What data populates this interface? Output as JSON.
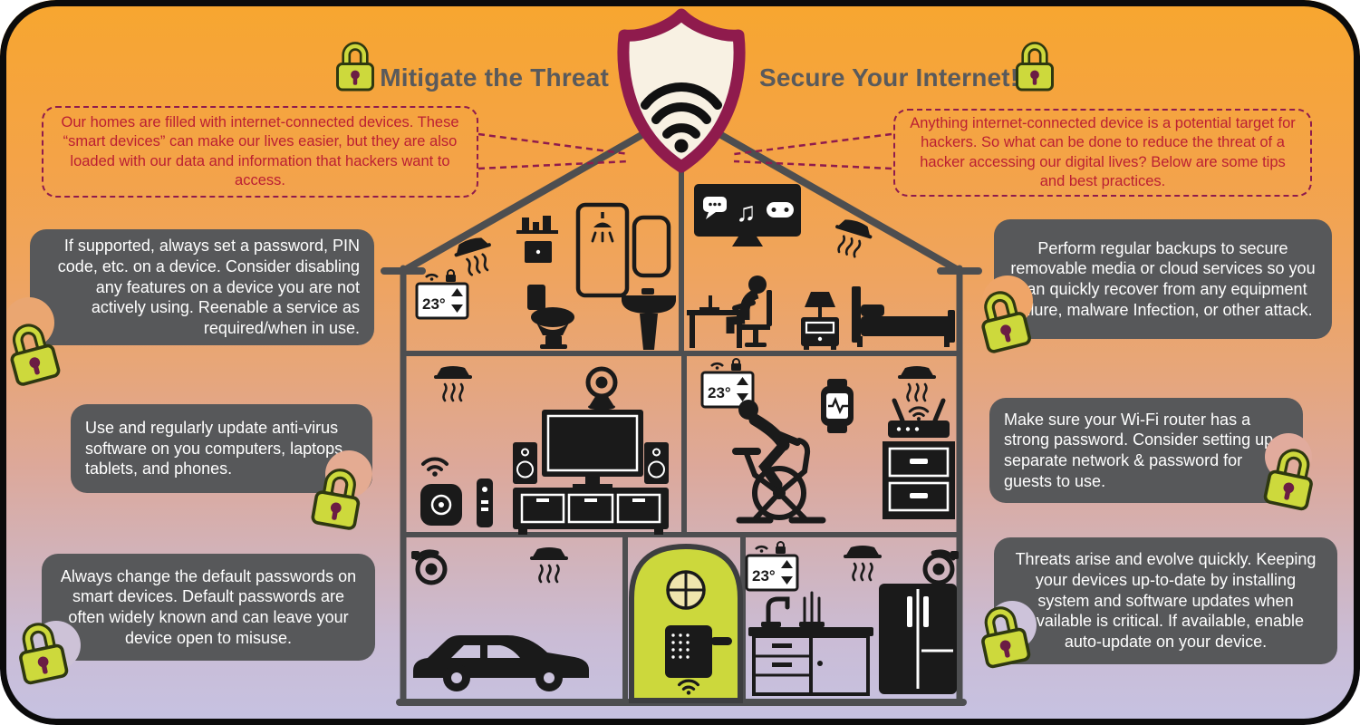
{
  "header": {
    "title_left": "Mitigate the Threat",
    "title_right": "Secure Your Internet!"
  },
  "intro_bubbles": {
    "left": "Our homes are filled with internet-connected devices. These “smart devices” can make our lives easier, but they are also loaded with our data and information that hackers want to access.",
    "right": "Anything internet-connected device is a potential target for hackers. So what can be done to reduce the threat of a hacker accessing our digital lives? Below are some tips and best practices."
  },
  "tips": {
    "left_top": "If supported, always set a password, PIN code, etc. on a device. Consider disabling any features on a device you are not actively using. Reenable a service as required/when in use.",
    "left_middle": "Use and regularly update anti-virus software on you computers, laptops tablets, and phones.",
    "left_bottom": "Always change the default passwords on smart devices. Default passwords are often widely known and can leave your device open to misuse.",
    "right_top": "Perform regular backups to secure removable media or cloud services so you can quickly recover from any equipment failure, malware Infection, or other attack.",
    "right_middle": "Make sure your Wi-Fi router has a strong password. Consider setting up a separate network & password for guests to use.",
    "right_bottom": "Threats arise and evolve quickly. Keeping your devices up-to-date by installing system and software updates when available is critical. If available, enable auto-update on your device."
  },
  "thermostat": {
    "value": "23°"
  },
  "icons": {
    "shield": "shield-wifi-logo",
    "padlock": "lime-padlock",
    "house_devices": [
      "smoke-detector",
      "thermostat",
      "security-camera",
      "media-tv",
      "smart-speaker",
      "remote",
      "speaker",
      "tv-console",
      "exercise-bike",
      "smart-watch",
      "wifi-router",
      "smart-lock-door",
      "smart-fridge",
      "kitchen-sink",
      "smart-car",
      "toilet",
      "shower",
      "sink",
      "mirror",
      "bed",
      "lamp-nightstand",
      "person-at-desk",
      "wifi-signal"
    ]
  },
  "colors": {
    "maroon": "#8f1b4d",
    "bubble_text_red": "#bb1f33",
    "tip_box_gray": "#57585a",
    "lock_lime": "#cdd93c",
    "door_lime": "#ccd83c",
    "house_line_gray": "#4d4e50"
  }
}
